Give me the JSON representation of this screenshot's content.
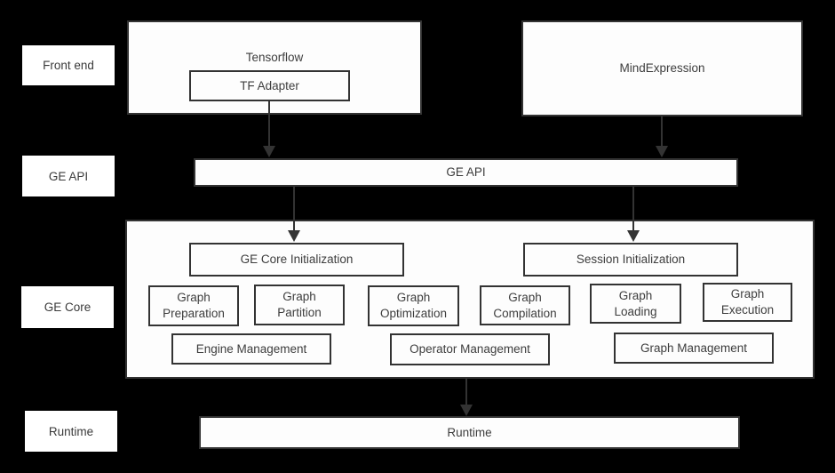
{
  "palette": {
    "background": "#000000",
    "box_fill": "#fdfdfd",
    "box_border": "#333333",
    "text": "#3d3d3d",
    "arrow": "#333333",
    "row_label_fill": "#ffffff"
  },
  "row_labels": {
    "front_end": "Front end",
    "ge_api": "GE API",
    "ge_core": "GE Core",
    "runtime": "Runtime"
  },
  "front_end": {
    "tensorflow_label": "Tensorflow",
    "tf_adapter_label": "TF Adapter",
    "mindexpression_label": "MindExpression"
  },
  "ge_api": {
    "label": "GE API"
  },
  "ge_core": {
    "ge_core_init_label": "GE Core Initialization",
    "session_init_label": "Session Initialization",
    "stages": [
      "Graph Preparation",
      "Graph Partition",
      "Graph Optimization",
      "Graph Compilation",
      "Graph Loading",
      "Graph Execution"
    ],
    "management": [
      "Engine Management",
      "Operator Management",
      "Graph Management"
    ]
  },
  "runtime": {
    "label": "Runtime"
  }
}
